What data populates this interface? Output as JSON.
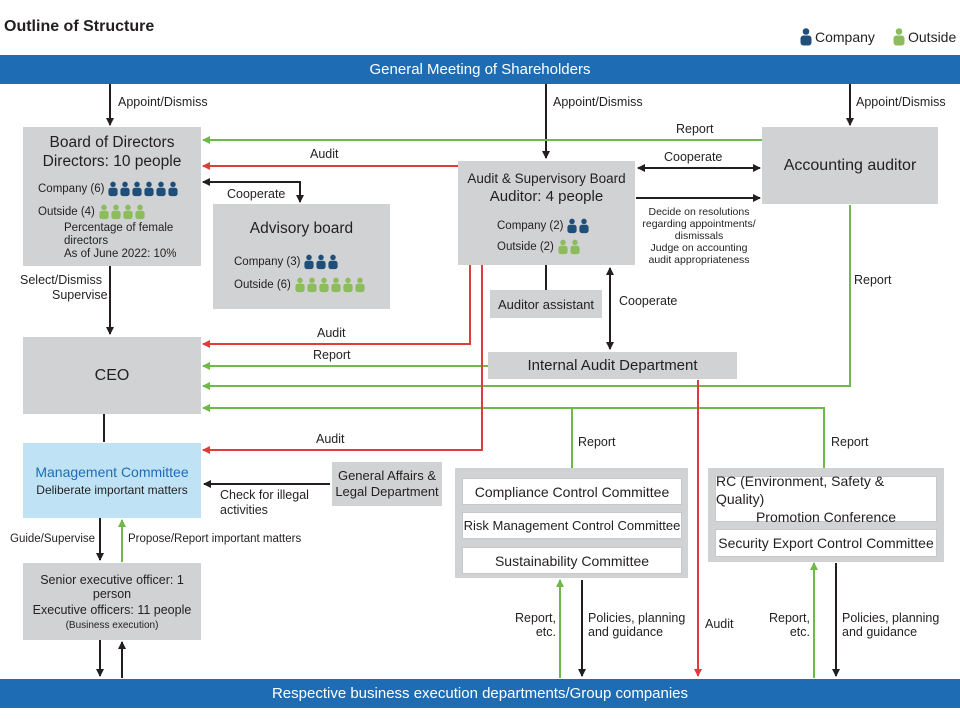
{
  "title": "Outline of Structure",
  "legend": {
    "company": "Company",
    "outside": "Outside"
  },
  "colors": {
    "company": "#1f4e79",
    "outside": "#8cbc5c",
    "bar": "#1e6cb3",
    "box": "#d1d2d3",
    "audit": "#e03c3c",
    "report": "#6fb84a",
    "mgmt": "#bfe3f5",
    "mgmt_text": "#1e6cb3"
  },
  "gms": "General Meeting of Shareholders",
  "bottom_bar": "Respective business execution departments/Group companies",
  "board": {
    "title": "Board of Directors",
    "count": "Directors: 10 people",
    "company": "Company (6)",
    "company_n": 6,
    "outside": "Outside (4)",
    "outside_n": 4,
    "female_1": "Percentage of female",
    "female_2": "directors",
    "female_3": "As of June 2022: 10%"
  },
  "advisory": {
    "title": "Advisory board",
    "company": "Company (3)",
    "company_n": 3,
    "outside": "Outside (6)",
    "outside_n": 6
  },
  "asb": {
    "title": "Audit & Supervisory Board",
    "count": "Auditor: 4 people",
    "company": "Company (2)",
    "company_n": 2,
    "outside": "Outside (2)",
    "outside_n": 2
  },
  "accounting_auditor": "Accounting auditor",
  "auditor_assistant": "Auditor assistant",
  "internal_audit": "Internal Audit Department",
  "ceo": "CEO",
  "management": {
    "title": "Management Committee",
    "sub": "Deliberate important matters"
  },
  "general_affairs": {
    "line1": "General Affairs &",
    "line2": "Legal Department"
  },
  "officers": {
    "line1": "Senior executive officer: 1 person",
    "line2": "Executive officers: 11 people",
    "line3": "(Business execution)"
  },
  "committees_left": [
    "Compliance Control Committee",
    "Risk Management Control Committee",
    "Sustainability Committee"
  ],
  "committees_right": {
    "rc_1": "RC (Environment, Safety & Quality)",
    "rc_2": "Promotion Conference",
    "security": "Security Export Control Committee"
  },
  "labels": {
    "appoint_dismiss": "Appoint/Dismiss",
    "report": "Report",
    "audit": "Audit",
    "cooperate": "Cooperate",
    "select_1": "Select/Dismiss",
    "select_2": "Supervise",
    "decide_1": "Decide on resolutions",
    "decide_2": "regarding appointments/",
    "decide_3": "dismissals",
    "decide_4": "Judge on accounting",
    "decide_5": "audit appropriateness",
    "check_1": "Check for illegal",
    "check_2": "activities",
    "guide": "Guide/Supervise",
    "propose": "Propose/Report important matters",
    "report_etc_1": "Report,",
    "report_etc_2": "etc.",
    "policies_1": "Policies, planning",
    "policies_2": "and guidance"
  }
}
